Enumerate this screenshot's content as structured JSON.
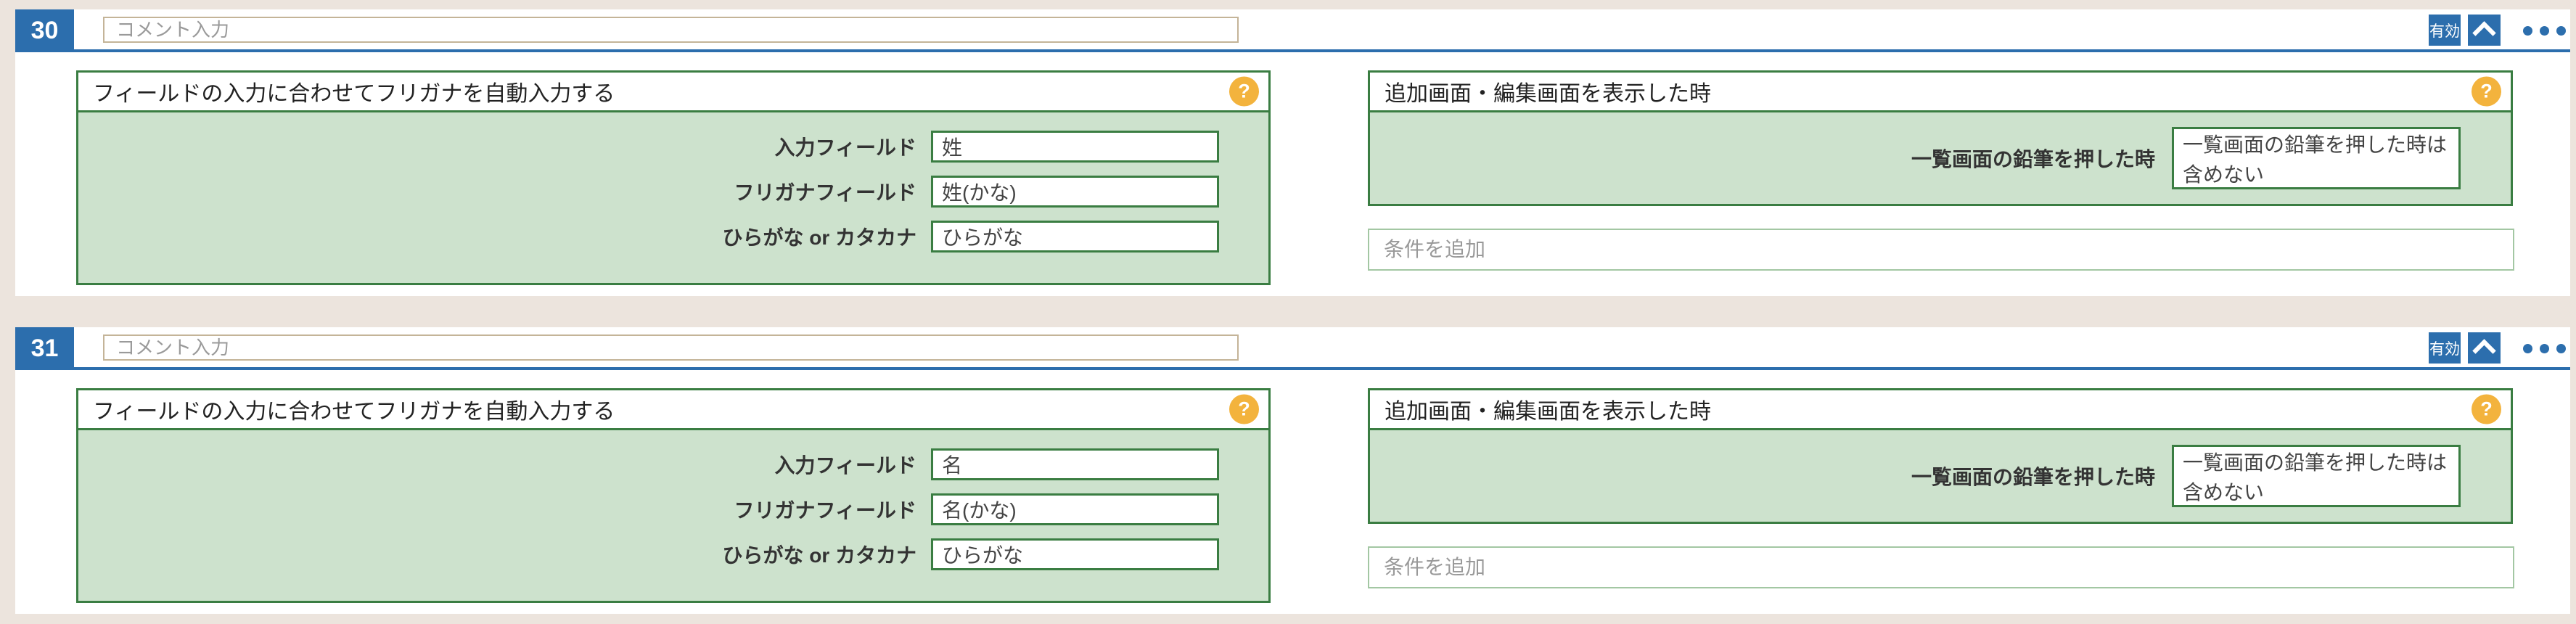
{
  "colors": {
    "accent_blue": "#2c6ead",
    "panel_border_green": "#3a7d42",
    "panel_body_green": "#cde2cd",
    "condition_border_green": "#a3c7a3",
    "page_background": "#ece4dd",
    "comment_border_tan": "#c4b498",
    "help_icon_orange": "#f3b33d"
  },
  "cards": [
    {
      "number": "30",
      "comment_placeholder": "コメント入力",
      "status_label": "有効",
      "furigana_panel": {
        "title": "フィールドの入力に合わせてフリガナを自動入力する",
        "help_glyph": "?",
        "fields": {
          "input_field": {
            "label": "入力フィールド",
            "value": "姓"
          },
          "furigana_field": {
            "label": "フリガナフィールド",
            "value": "姓(かな)"
          },
          "kana_type": {
            "label": "ひらがな or カタカナ",
            "value": "ひらがな"
          }
        }
      },
      "event_panel": {
        "title": "追加画面・編集画面を表示した時",
        "help_glyph": "?",
        "pencil": {
          "label": "一覧画面の鉛筆を押した時",
          "value": "一覧画面の鉛筆を押した時は含めない"
        },
        "condition_placeholder": "条件を追加"
      }
    },
    {
      "number": "31",
      "comment_placeholder": "コメント入力",
      "status_label": "有効",
      "furigana_panel": {
        "title": "フィールドの入力に合わせてフリガナを自動入力する",
        "help_glyph": "?",
        "fields": {
          "input_field": {
            "label": "入力フィールド",
            "value": "名"
          },
          "furigana_field": {
            "label": "フリガナフィールド",
            "value": "名(かな)"
          },
          "kana_type": {
            "label": "ひらがな or カタカナ",
            "value": "ひらがな"
          }
        }
      },
      "event_panel": {
        "title": "追加画面・編集画面を表示した時",
        "help_glyph": "?",
        "pencil": {
          "label": "一覧画面の鉛筆を押した時",
          "value": "一覧画面の鉛筆を押した時は含めない"
        },
        "condition_placeholder": "条件を追加"
      }
    }
  ]
}
